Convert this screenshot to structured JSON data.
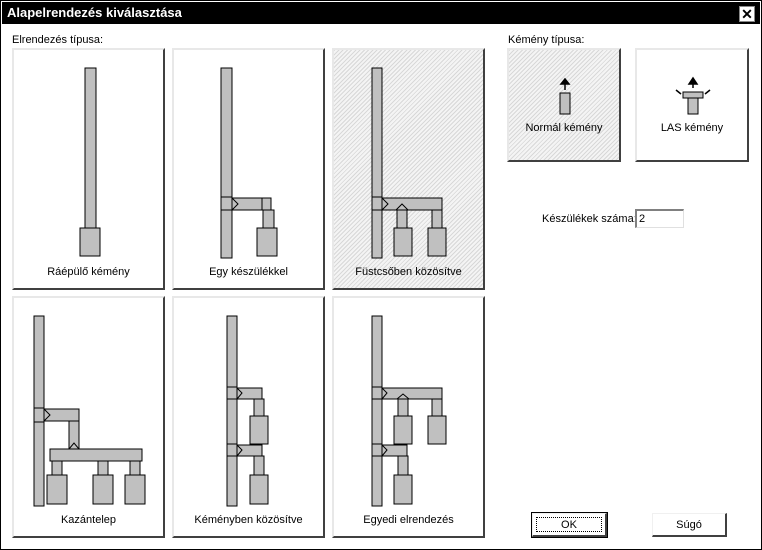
{
  "window": {
    "title": "Alapelrendezés kiválasztása",
    "close_glyph": "✕"
  },
  "layout_section": {
    "label": "Elrendezés típusa:"
  },
  "layouts": [
    {
      "label": "Ráépülő kémény",
      "selected": false
    },
    {
      "label": "Egy készülékkel",
      "selected": false
    },
    {
      "label": "Füstcsőben közösítve",
      "selected": true
    },
    {
      "label": "Kazántelep",
      "selected": false
    },
    {
      "label": "Kéményben közösítve",
      "selected": false
    },
    {
      "label": "Egyedi elrendezés",
      "selected": false
    }
  ],
  "chimney_section": {
    "label": "Kémény típusa:"
  },
  "chimney_types": [
    {
      "label": "Normál kémény",
      "selected": true
    },
    {
      "label": "LAS kémény",
      "selected": false
    }
  ],
  "devices": {
    "label": "Készülékek száma:",
    "value": "2"
  },
  "buttons": {
    "ok": "OK",
    "help": "Súgó"
  },
  "colors": {
    "pipe_fill": "#c0c0c0",
    "outline": "#000000",
    "title_bg": "#000000"
  }
}
